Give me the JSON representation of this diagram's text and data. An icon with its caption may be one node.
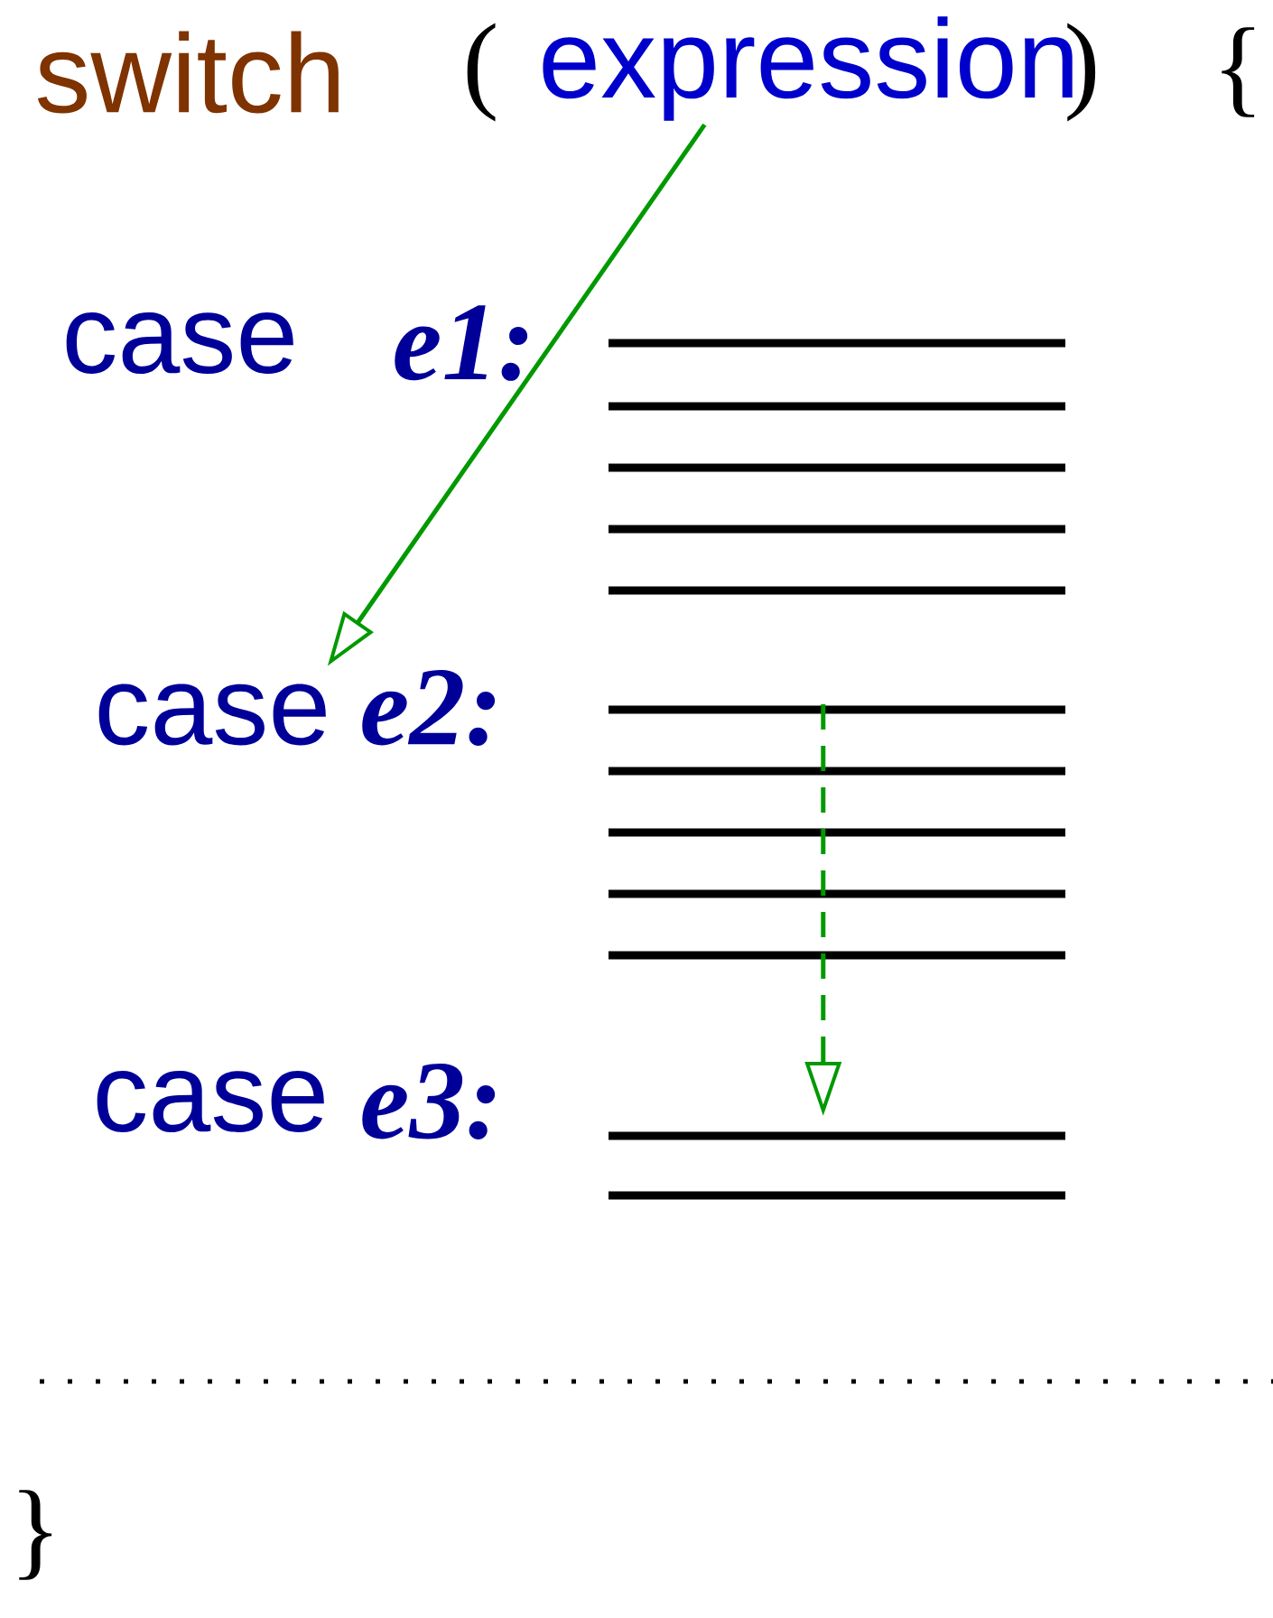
{
  "diagram": {
    "nodes": [
      {
        "text": [
          "expression"
        ]
      },
      {
        "text": [
          "case",
          "e2:"
        ]
      },
      {
        "text": [],
        "shape": "bar"
      },
      {
        "text": [],
        "shape": "bar"
      }
    ],
    "edges": [
      {
        "from": 0,
        "to": 1,
        "arrow": "to",
        "color": "#009900"
      },
      {
        "from": 2,
        "to": 3,
        "arrow": "to",
        "style": "dashed",
        "color": "#009900"
      }
    ],
    "labels": [
      "switch",
      "(",
      ")",
      "{",
      "case",
      "e1:",
      "case",
      "e3:",
      "}"
    ]
  }
}
